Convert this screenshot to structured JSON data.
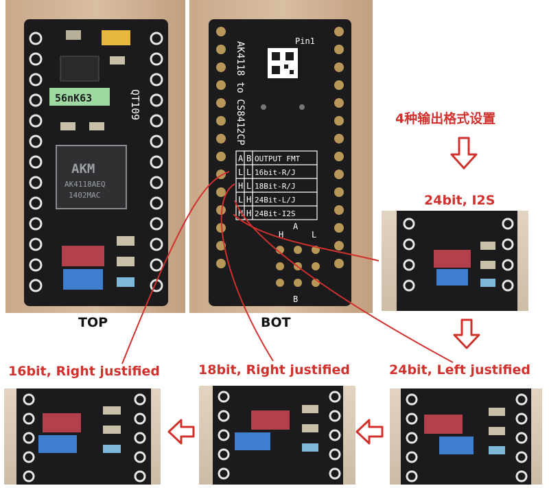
{
  "labels": {
    "top": "TOP",
    "bot": "BOT",
    "heading_cn": "4种输出格式设置",
    "mode_24_i2s": "24bit, I2S",
    "mode_24_lj": "24bit, Left justified",
    "mode_18_rj": "18bit, Right justified",
    "mode_16_rj": "16bit, Right justified"
  },
  "top_board": {
    "chip_brand": "AKM",
    "chip_part": "AK4118AEQ",
    "chip_code": "1402MAC",
    "osc_label": "56nK63",
    "board_id": "QT109"
  },
  "bottom_board": {
    "title": "AK4118 to CS8412CP",
    "pin1": "Pin1",
    "table_head": [
      "A",
      "B",
      "OUTPUT FMT"
    ],
    "table_rows": [
      [
        "L",
        "L",
        "16bit-R/J"
      ],
      [
        "H",
        "L",
        "18Bit-R/J"
      ],
      [
        "L",
        "H",
        "24Bit-L/J"
      ],
      [
        "H",
        "H",
        "24Bit-I2S"
      ]
    ],
    "jumper_a": "A",
    "jumper_b": "B",
    "side_l": "L",
    "side_h": "H"
  },
  "colors": {
    "accent_red": "#d0312d",
    "pcb": "#1b1b1d",
    "jumper_red": "#b2414b",
    "jumper_blue": "#3f7fd0"
  }
}
